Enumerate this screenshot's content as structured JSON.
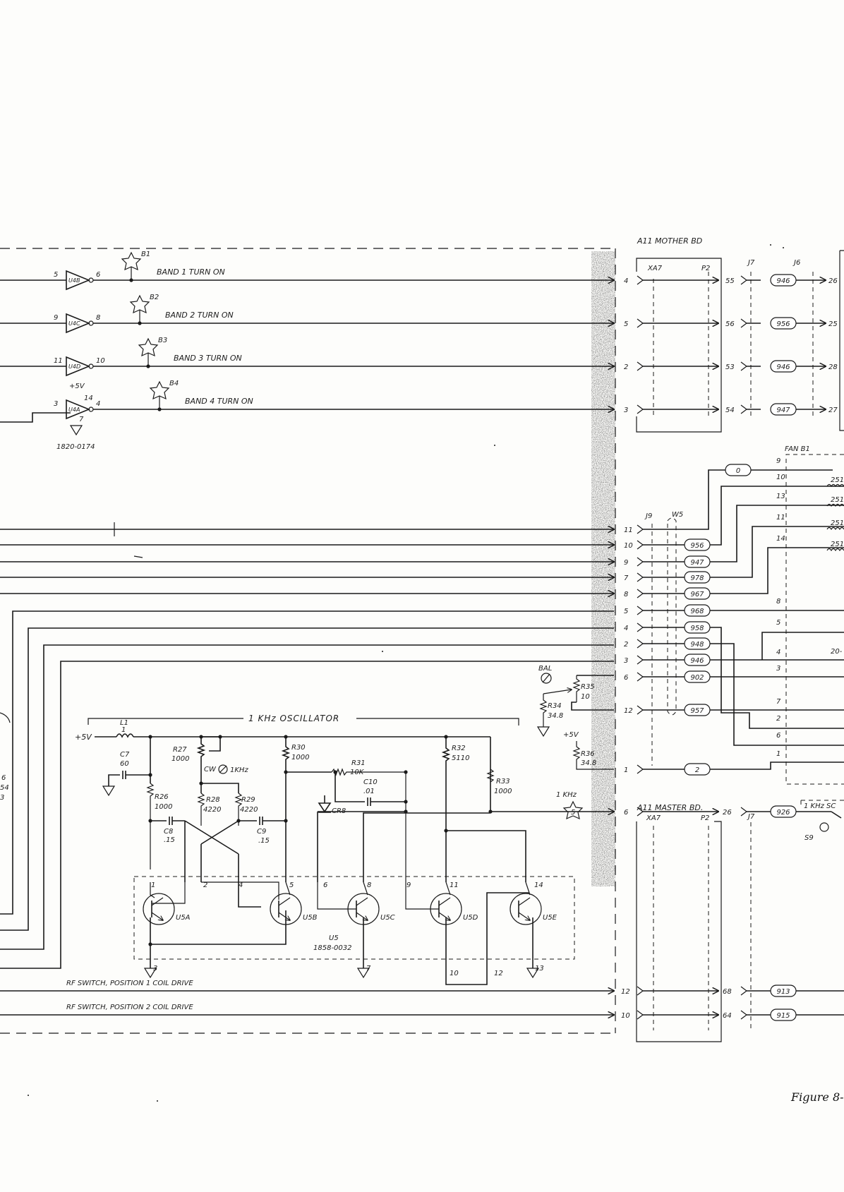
{
  "boards": {
    "mother": "A11 MOTHER BD",
    "master": "A11 MASTER BD.",
    "xa7": "XA7",
    "p2": "P2",
    "j7": "J7",
    "j6": "J6",
    "j9": "J9",
    "w5": "W5",
    "fan": "FAN B1",
    "khz_sw": "1 KHz SC"
  },
  "band_drivers": [
    {
      "in_pin": "5",
      "gate": "U4B",
      "out_pin": "6",
      "tp": "B1",
      "label": "BAND 1 TURN ON",
      "edge_pin": "4",
      "p2_pin": "55",
      "wire": "946",
      "j6_pin": "26"
    },
    {
      "in_pin": "9",
      "gate": "U4C",
      "out_pin": "8",
      "tp": "B2",
      "label": "BAND 2 TURN ON",
      "edge_pin": "5",
      "p2_pin": "56",
      "wire": "956",
      "j6_pin": "25"
    },
    {
      "in_pin": "11",
      "gate": "U4D",
      "out_pin": "10",
      "tp": "B3",
      "label": "BAND 3 TURN ON",
      "edge_pin": "2",
      "p2_pin": "53",
      "wire": "946",
      "j6_pin": "28"
    },
    {
      "in_pin": "3",
      "gate": "U4A",
      "out_pin": "4",
      "tp": "B4",
      "label": "BAND 4 TURN ON",
      "edge_pin": "3",
      "p2_pin": "54",
      "wire": "947",
      "j6_pin": "27"
    }
  ],
  "u4": {
    "vcc": "+5V",
    "pin14": "14",
    "pin7": "7",
    "part": "1820-0174"
  },
  "j9_lines": [
    {
      "edge_pin": "11",
      "wire": "",
      "fan_pin": ""
    },
    {
      "edge_pin": "10",
      "wire": "956",
      "fan_pin": ""
    },
    {
      "edge_pin": "9",
      "wire": "947",
      "fan_pin": ""
    },
    {
      "edge_pin": "7",
      "wire": "978",
      "fan_pin": ""
    },
    {
      "edge_pin": "8",
      "wire": "967",
      "fan_pin": ""
    },
    {
      "edge_pin": "5",
      "wire": "968",
      "fan_pin": ""
    },
    {
      "edge_pin": "4",
      "wire": "958",
      "fan_pin": ""
    },
    {
      "edge_pin": "2",
      "wire": "948",
      "fan_pin": ""
    },
    {
      "edge_pin": "3",
      "wire": "946",
      "fan_pin": ""
    },
    {
      "edge_pin": "6",
      "wire": "902",
      "fan_pin": ""
    },
    {
      "edge_pin": "12",
      "wire": "957",
      "fan_pin": ""
    },
    {
      "edge_pin": "1",
      "wire": "2",
      "fan_pin": ""
    }
  ],
  "fan_pins": [
    "9",
    "10",
    "13",
    "11",
    "14",
    "8",
    "5",
    "4",
    "3",
    "7",
    "2",
    "6",
    "1"
  ],
  "fan_wire_0": "0",
  "fan_edge_labels": [
    "251",
    "251",
    "251",
    "251",
    "20-"
  ],
  "balance": {
    "label": "BAL",
    "r35": "R35",
    "r35_val": "10",
    "r34": "R34",
    "r34_val": "34.8",
    "r36": "R36",
    "r36_val": "34.8",
    "v": "+5V"
  },
  "oscillator": {
    "title": "1 KHz OSCILLATOR",
    "supply": "+5V",
    "l1": "L1",
    "l1_val": "1",
    "c7": "C7",
    "c7_val": "60",
    "r27": "R27",
    "r27_val": "1000",
    "cw": "CW",
    "adj": "1KHz",
    "r26": "R26",
    "r26_val": "1000",
    "r28": "R28",
    "r28_val": "4220",
    "r29": "R29",
    "r29_val": "4220",
    "r30": "R30",
    "r30_val": "1000",
    "r31": "R31",
    "r31_val": "10K",
    "c10": "C10",
    "c10_val": ".01",
    "r32": "R32",
    "r32_val": "5110",
    "r33": "R33",
    "r33_val": "1000",
    "c8": "C8",
    "c8_val": ".15",
    "c9": "C9",
    "c9_val": ".15",
    "cr8": "CR8",
    "tp": "1 KHz",
    "tp_num": "5",
    "u5": "U5",
    "u5_part": "1858-0032",
    "transistors": [
      "U5A",
      "U5B",
      "U5C",
      "U5D",
      "U5E"
    ],
    "pins": [
      "1",
      "2",
      "4",
      "5",
      "6",
      "8",
      "9",
      "11",
      "14",
      "3",
      "7",
      "10",
      "12",
      "13"
    ]
  },
  "osc_out": {
    "edge_pin": "6",
    "p2_pin": "26",
    "wire": "926",
    "switch": "S9"
  },
  "rf_lines": [
    {
      "label": "RF SWITCH, POSITION 1  COIL DRIVE",
      "edge_pin": "12",
      "p2_pin": "68",
      "wire": "913"
    },
    {
      "label": "RF SWITCH, POSITION 2  COIL DRIVE",
      "edge_pin": "10",
      "p2_pin": "64",
      "wire": "915"
    }
  ],
  "left_edge": {
    "a": "6",
    "b": "54",
    "c": "3"
  },
  "figure_caption": "Figure 8-"
}
